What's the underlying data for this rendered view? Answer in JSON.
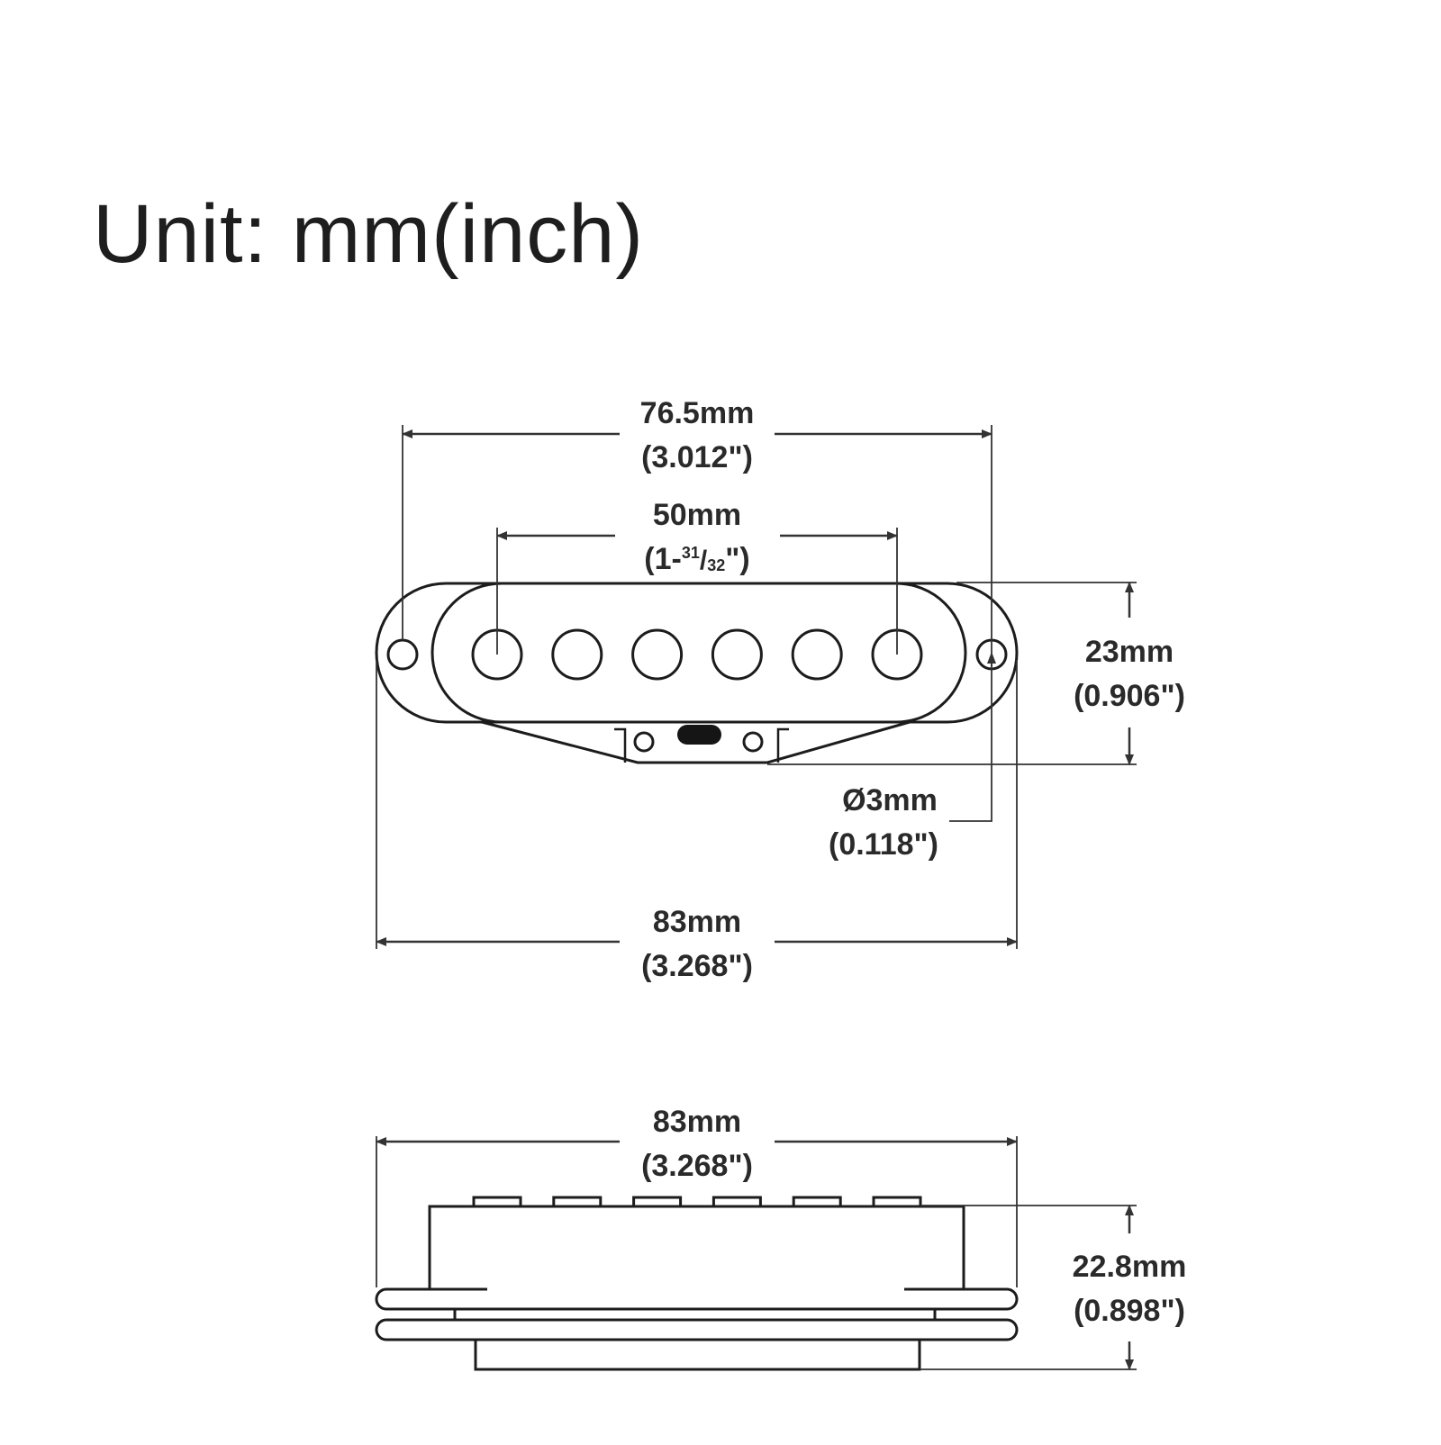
{
  "title": "Unit: mm(inch)",
  "top_view": {
    "dim_overall_spacing": {
      "mm": "76.5mm",
      "inch": "(3.012\")"
    },
    "dim_pole_spacing": {
      "mm": "50mm",
      "inch_whole": "(1-",
      "inch_num": "31",
      "inch_den": "32",
      "inch_close": "\")"
    },
    "dim_width": {
      "mm": "23mm",
      "inch": "(0.906\")"
    },
    "dim_hole": {
      "mm": "Ø3mm",
      "inch": "(0.118\")"
    },
    "dim_length": {
      "mm": "83mm",
      "inch": "(3.268\")"
    },
    "pole_piece_count": 6
  },
  "side_view": {
    "dim_length": {
      "mm": "83mm",
      "inch": "(3.268\")"
    },
    "dim_height": {
      "mm": "22.8mm",
      "inch": "(0.898\")"
    },
    "pole_piece_count": 6
  }
}
